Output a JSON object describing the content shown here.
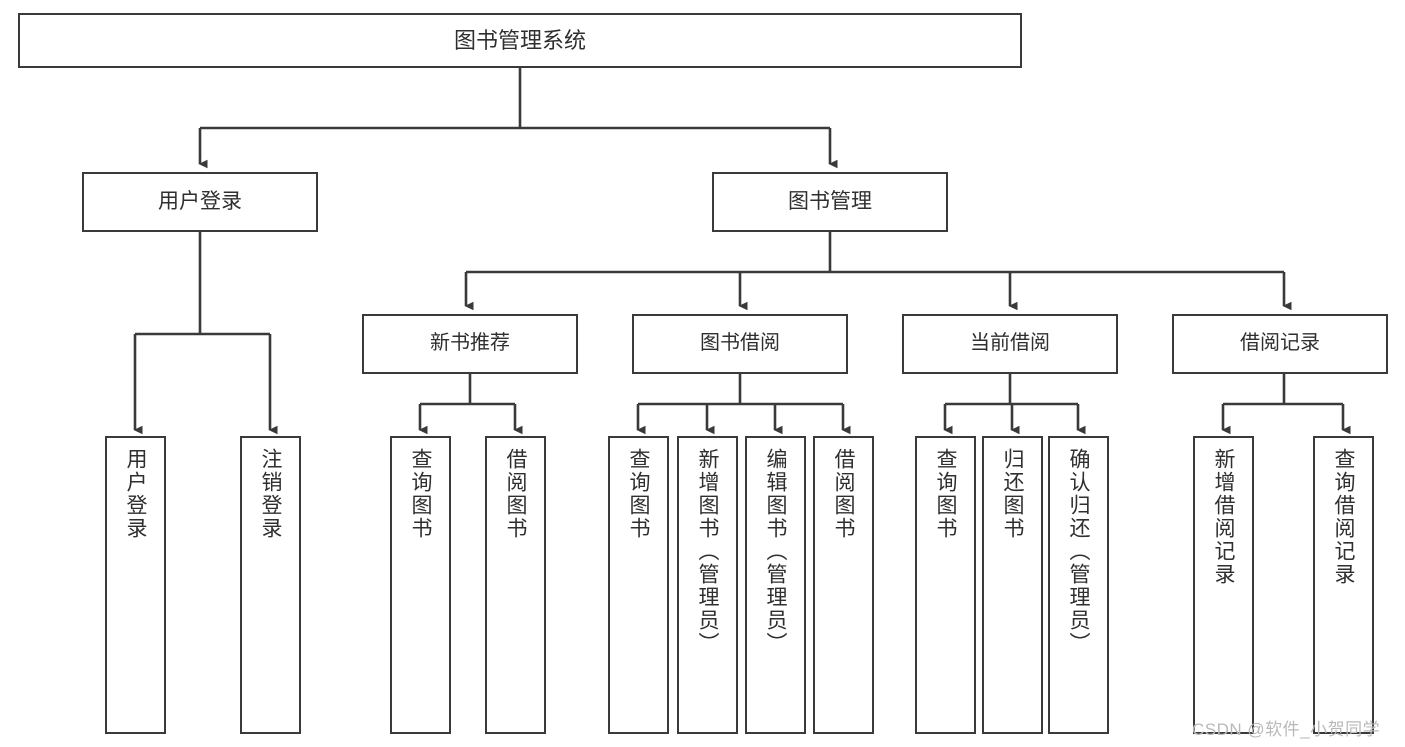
{
  "diagram": {
    "title": "图书管理系统",
    "type": "hierarchy-tree",
    "watermark": "CSDN @软件_小贺同学",
    "colors": {
      "stroke": "#3a3a3a",
      "fill": "#ffffff",
      "text": "#2f2f2f",
      "watermark": "#b9b9b9"
    },
    "root": {
      "label": "图书管理系统"
    },
    "level2": [
      {
        "label": "用户登录"
      },
      {
        "label": "图书管理"
      }
    ],
    "level3": [
      {
        "label": "新书推荐"
      },
      {
        "label": "图书借阅"
      },
      {
        "label": "当前借阅"
      },
      {
        "label": "借阅记录"
      }
    ],
    "leaves": {
      "user_login": [
        {
          "label": "用户登录"
        },
        {
          "label": "注销登录"
        }
      ],
      "new_book": [
        {
          "label": "查询图书"
        },
        {
          "label": "借阅图书"
        }
      ],
      "borrow_book": [
        {
          "label": "查询图书"
        },
        {
          "label": "新增图书（管理员）"
        },
        {
          "label": "编辑图书（管理员）"
        },
        {
          "label": "借阅图书"
        }
      ],
      "current_borrow": [
        {
          "label": "查询图书"
        },
        {
          "label": "归还图书"
        },
        {
          "label": "确认归还（管理员）"
        }
      ],
      "borrow_record": [
        {
          "label": "新增借阅记录"
        },
        {
          "label": "查询借阅记录"
        }
      ]
    }
  }
}
